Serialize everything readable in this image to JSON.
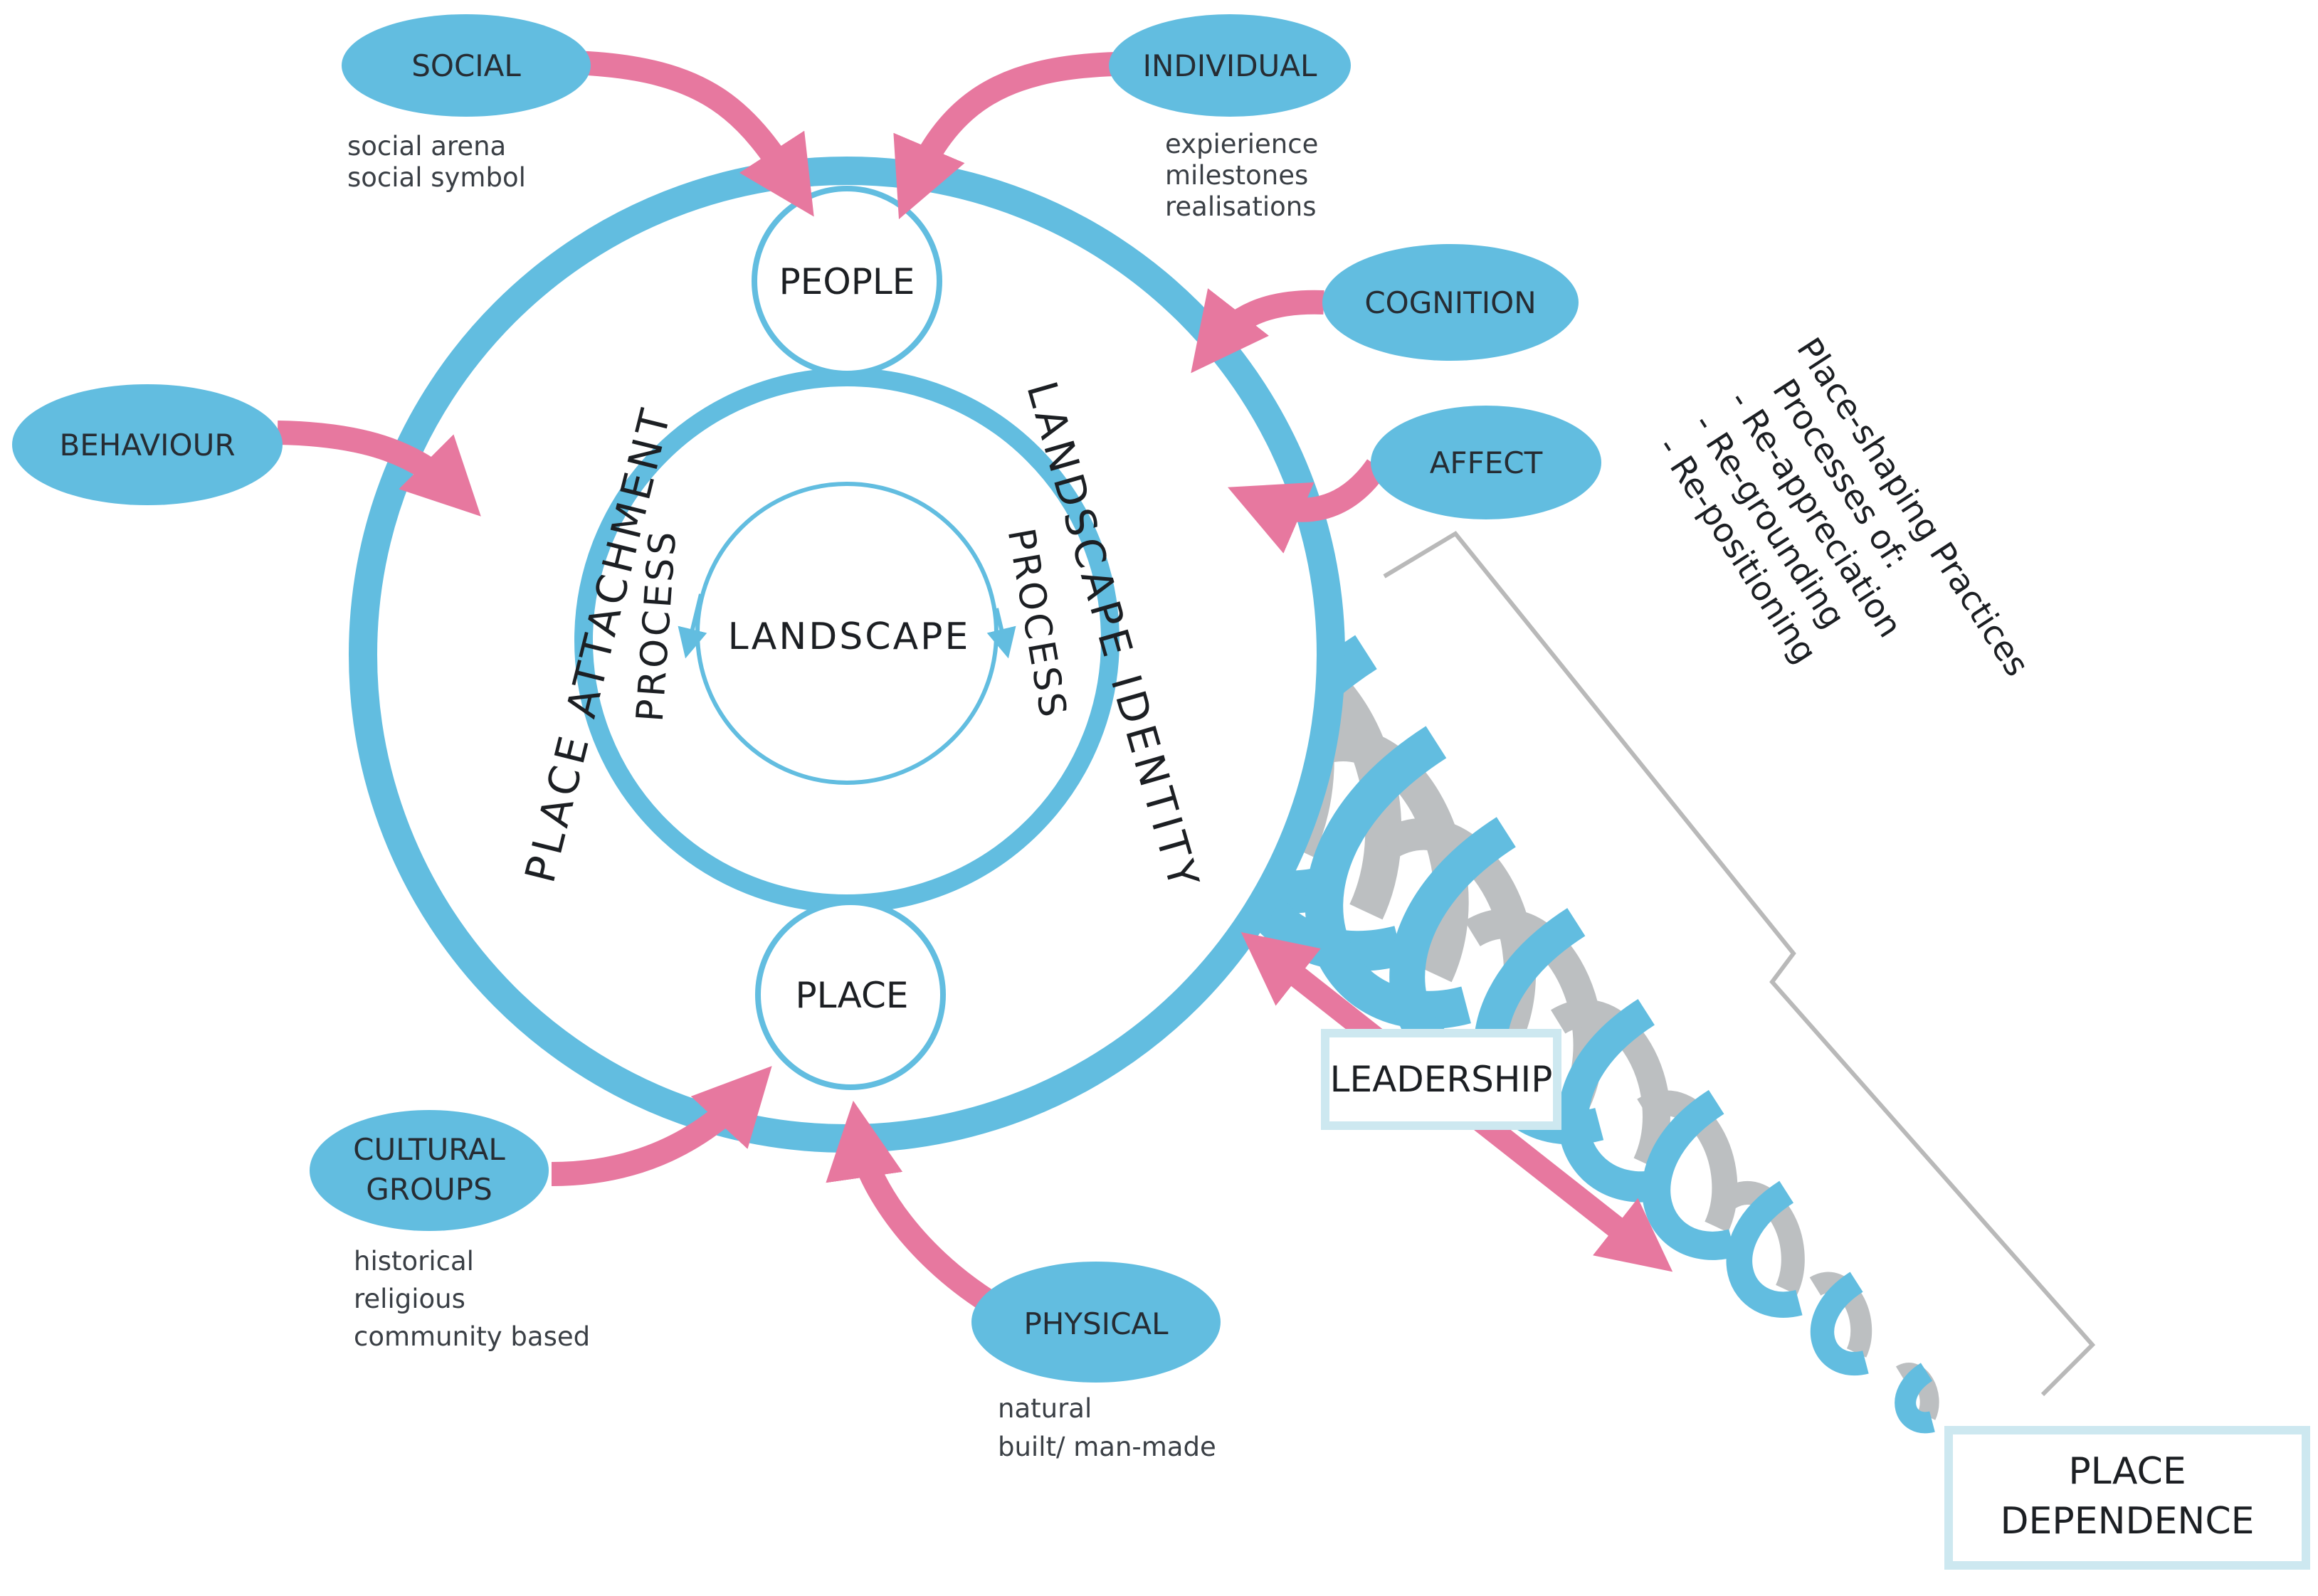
{
  "colors": {
    "blue": "#62bde0",
    "pink": "#e7789f",
    "grey": "#bcbfc1",
    "box_border": "#cde8f0",
    "bracket": "#b9b9b9"
  },
  "core": {
    "outer_ring_left": "PLACE  ATTACHMENT",
    "outer_ring_right": "LANDSCAPE IDENTITY",
    "top_node": "PEOPLE",
    "bottom_node": "PLACE",
    "center": "LANDSCAPE",
    "cycle_left": "PROCESS",
    "cycle_right": "PROCESS"
  },
  "factors": {
    "social": {
      "label": "SOCIAL",
      "notes": [
        "social arena",
        "social symbol"
      ]
    },
    "individual": {
      "label": "INDIVIDUAL",
      "notes": [
        "expierience",
        "milestones",
        "realisations"
      ]
    },
    "cognition": {
      "label": "COGNITION"
    },
    "behaviour": {
      "label": "BEHAVIOUR"
    },
    "affect": {
      "label": "AFFECT"
    },
    "cultural": {
      "label_lines": [
        "CULTURAL",
        "GROUPS"
      ],
      "notes": [
        "historical",
        "religious",
        "community based"
      ]
    },
    "physical": {
      "label": "PHYSICAL",
      "notes": [
        "natural",
        "built/ man-made"
      ]
    }
  },
  "spiral": {
    "leadership": "LEADERSHIP",
    "dependence_lines": [
      "PLACE",
      "DEPENDENCE"
    ]
  },
  "practices": {
    "lines": [
      "Place-shaping Practices",
      "Processes of:",
      "- Re-appreciation",
      "- Re-grounding",
      "- Re-positioning"
    ]
  }
}
